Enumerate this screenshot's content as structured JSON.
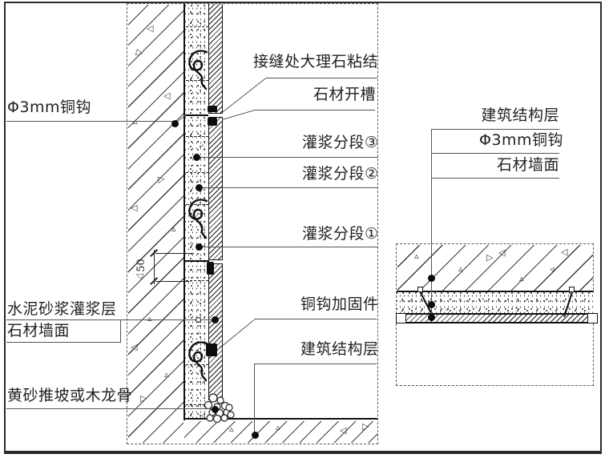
{
  "colors": {
    "line": "#1a1a1a",
    "leader": "#555555",
    "background": "#ffffff"
  },
  "left_detail": {
    "annotations_right": [
      {
        "label": "接缝处大理石粘结"
      },
      {
        "label": "石材开槽"
      },
      {
        "label": "灌浆分段③"
      },
      {
        "label": "灌浆分段②"
      },
      {
        "label": "灌浆分段①"
      },
      {
        "label": "铜钩加固件"
      },
      {
        "label": "建筑结构层"
      }
    ],
    "annotations_left": [
      {
        "label": "Φ3mm铜钩"
      },
      {
        "label": "水泥砂浆灌浆层"
      },
      {
        "label": "石材墙面"
      },
      {
        "label": "黄砂推坡或木龙骨"
      }
    ],
    "dimension_50": "50"
  },
  "right_detail": {
    "annotations": [
      {
        "label": "建筑结构层"
      },
      {
        "label": "Φ3mm铜钩"
      },
      {
        "label": "石材墙面"
      }
    ]
  }
}
